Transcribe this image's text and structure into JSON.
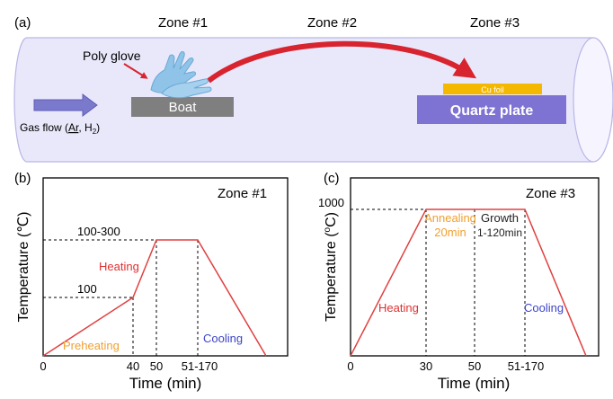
{
  "panel_a": {
    "label": "(a)",
    "zone1": "Zone #1",
    "zone2": "Zone #2",
    "zone3": "Zone #3",
    "poly_glove": "Poly glove",
    "boat": "Boat",
    "cu_foil": "Cu foil",
    "quartz_plate": "Quartz plate",
    "gas_flow_prefix": "Gas flow (",
    "gas_flow_ar": "Ar",
    "gas_flow_mid": ", H",
    "gas_flow_sub": "2",
    "gas_flow_suffix": ")",
    "colors": {
      "tube": "#e9e8fb",
      "tube_edge": "#b8b6e6",
      "boat": "#7f7f7f",
      "cu_foil": "#f5b800",
      "quartz": "#7e72d2",
      "arrow": "#d8242e",
      "gas_arrow": "#7a79cc",
      "glove": "#8fc4e8"
    }
  },
  "panel_b": {
    "label": "(b)",
    "zone": "Zone #1",
    "ylabel_pre": "Temperature (",
    "ylabel_unit": "℃",
    "ylabel_post": ")",
    "xlabel": "Time (min)",
    "heating": "Heating",
    "preheating": "Preheating",
    "cooling": "Cooling",
    "colors": {
      "line": "#e04040",
      "heating": "#e03030",
      "preheating": "#f0a030",
      "cooling": "#3d45c8"
    }
  },
  "panel_c": {
    "label": "(c)",
    "zone": "Zone #3",
    "ylabel_pre": "Temperature (",
    "ylabel_sup": "o",
    "ylabel_post": "C)",
    "xlabel": "Time (min)",
    "heating": "Heating",
    "annealing_1": "Annealing",
    "annealing_2": "20min",
    "growth_1": "Growth",
    "growth_2": "1-120min",
    "cooling": "Cooling",
    "colors": {
      "line": "#e04040",
      "heating": "#e03030",
      "annealing": "#f0a030",
      "growth": "#222222",
      "cooling": "#3d45c8"
    }
  },
  "chart_data": [
    {
      "type": "line",
      "title": "Zone #1",
      "xlabel": "Time (min)",
      "ylabel": "Temperature (℃)",
      "x_ticks": [
        "0",
        "40",
        "50",
        "51-170"
      ],
      "y_ticks": [
        "100",
        "100-300"
      ],
      "series": [
        {
          "x": [
            0,
            40,
            50,
            68,
            95
          ],
          "y": [
            0,
            100,
            200,
            200,
            0
          ]
        }
      ]
    },
    {
      "type": "line",
      "title": "Zone #3",
      "xlabel": "Time (min)",
      "ylabel": "Temperature (oC)",
      "x_ticks": [
        "0",
        "30",
        "50",
        "51-170"
      ],
      "y_ticks": [
        "1000"
      ],
      "series": [
        {
          "x": [
            0,
            30,
            50,
            70,
            95
          ],
          "y": [
            0,
            1000,
            1000,
            1000,
            0
          ]
        }
      ]
    }
  ]
}
